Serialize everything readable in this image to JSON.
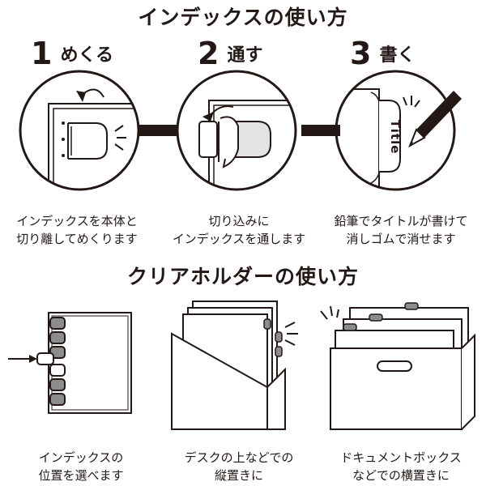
{
  "section1": {
    "title": "インデックスの使い方",
    "steps": [
      {
        "num": "1",
        "label": "めくる",
        "caption_lines": [
          "インデックスを本体と",
          "切り離してめくります"
        ]
      },
      {
        "num": "2",
        "label": "通す",
        "caption_lines": [
          "切り込みに",
          "インデックスを通します"
        ]
      },
      {
        "num": "3",
        "label": "書く",
        "caption_lines": [
          "鉛筆でタイトルが書けて",
          "消しゴムで消せます"
        ]
      }
    ],
    "tab_text": "Title"
  },
  "section2": {
    "title": "クリアホルダーの使い方",
    "panels": [
      {
        "caption_lines": [
          "インデックスの",
          "位置を選べます"
        ]
      },
      {
        "caption_lines": [
          "デスクの上などでの",
          "縦置きに"
        ]
      },
      {
        "caption_lines": [
          "ドキュメントボックス",
          "などでの横置きに"
        ]
      }
    ]
  },
  "colors": {
    "ink": "#231815",
    "tab_gray": "#8c8c8c",
    "tab_light": "#e3e3e3"
  }
}
